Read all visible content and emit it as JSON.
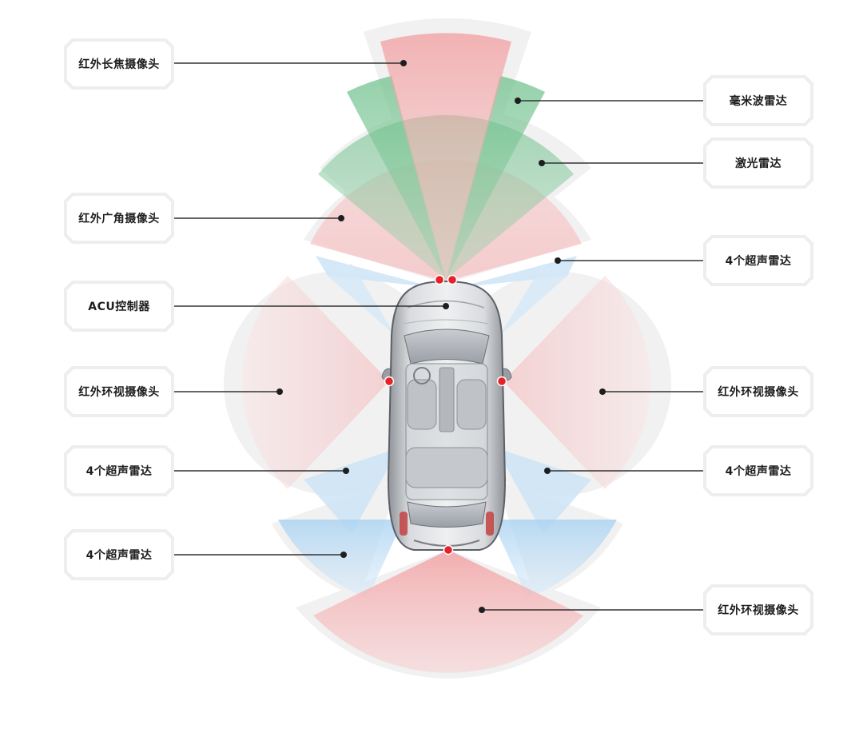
{
  "colors": {
    "red_fov": "#f2a6a8",
    "green_fov": "#7fc79a",
    "blue_fov": "#b9dbf4",
    "halo": "#efefef",
    "sensor_dot": "#e5222a",
    "leader": "#333333"
  },
  "labels": {
    "ir_telephoto": "红外长焦摄像头",
    "mmwave_radar": "毫米波雷达",
    "lidar": "激光雷达",
    "ir_wide": "红外广角摄像头",
    "ultrasonic_front_right": "4个超声雷达",
    "acu": "ACU控制器",
    "ir_surround_left": "红外环视摄像头",
    "ir_surround_right": "红外环视摄像头",
    "ultrasonic_left": "4个超声雷达",
    "ultrasonic_right": "4个超声雷达",
    "ultrasonic_rear_left": "4个超声雷达",
    "ir_surround_rear": "红外环视摄像头"
  },
  "icons": {
    "car": "vehicle-top-view-icon",
    "sensor": "sensor-dot-icon"
  }
}
